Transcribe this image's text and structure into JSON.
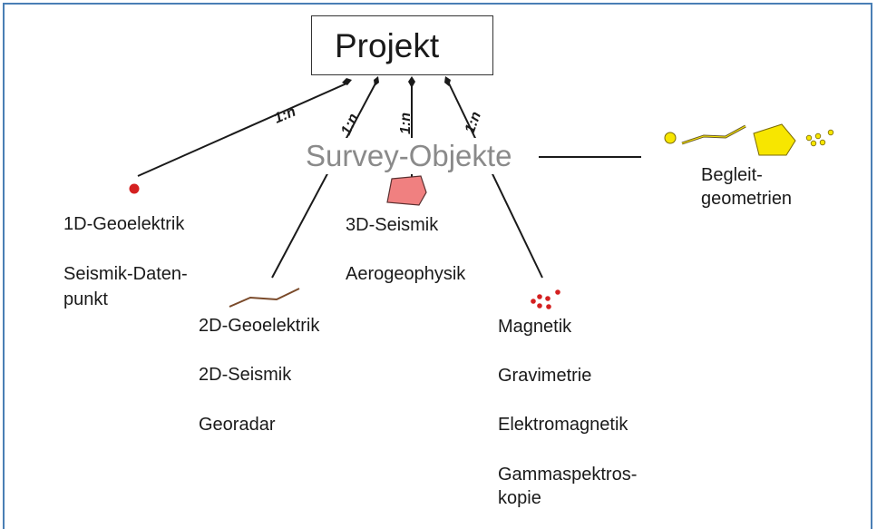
{
  "project": {
    "title": "Projekt"
  },
  "survey": {
    "title": "Survey-Objekte"
  },
  "cardinality": "1:n",
  "groups": {
    "g1": [
      "1D-Geoelektrik",
      "Seismik-Daten-",
      "punkt"
    ],
    "g2": [
      "2D-Geoelektrik",
      "2D-Seismik",
      "Georadar"
    ],
    "g3": [
      "3D-Seismik",
      "Aerogeophysik"
    ],
    "g4": [
      "Magnetik",
      "Gravimetrie",
      "Elektromagnetik",
      "Gammaspektros-",
      "kopie"
    ],
    "g5": [
      "Begleit-",
      "geometrien"
    ]
  },
  "colors": {
    "frame": "#4a7fb5",
    "polygon_fill": "#f08080",
    "point_red": "#d42020",
    "line_brown": "#7a4a2a",
    "accent_yellow": "#f7e600",
    "survey_text": "#8a8a8a"
  },
  "icons": {
    "project_icon": "red-polygon-icon",
    "point_icon": "red-point-icon",
    "line_icon": "brown-polyline-icon",
    "area_icon": "red-polygon-icon",
    "points_icon": "red-dots-icon",
    "aux_icon": "yellow-geometries-icon"
  }
}
